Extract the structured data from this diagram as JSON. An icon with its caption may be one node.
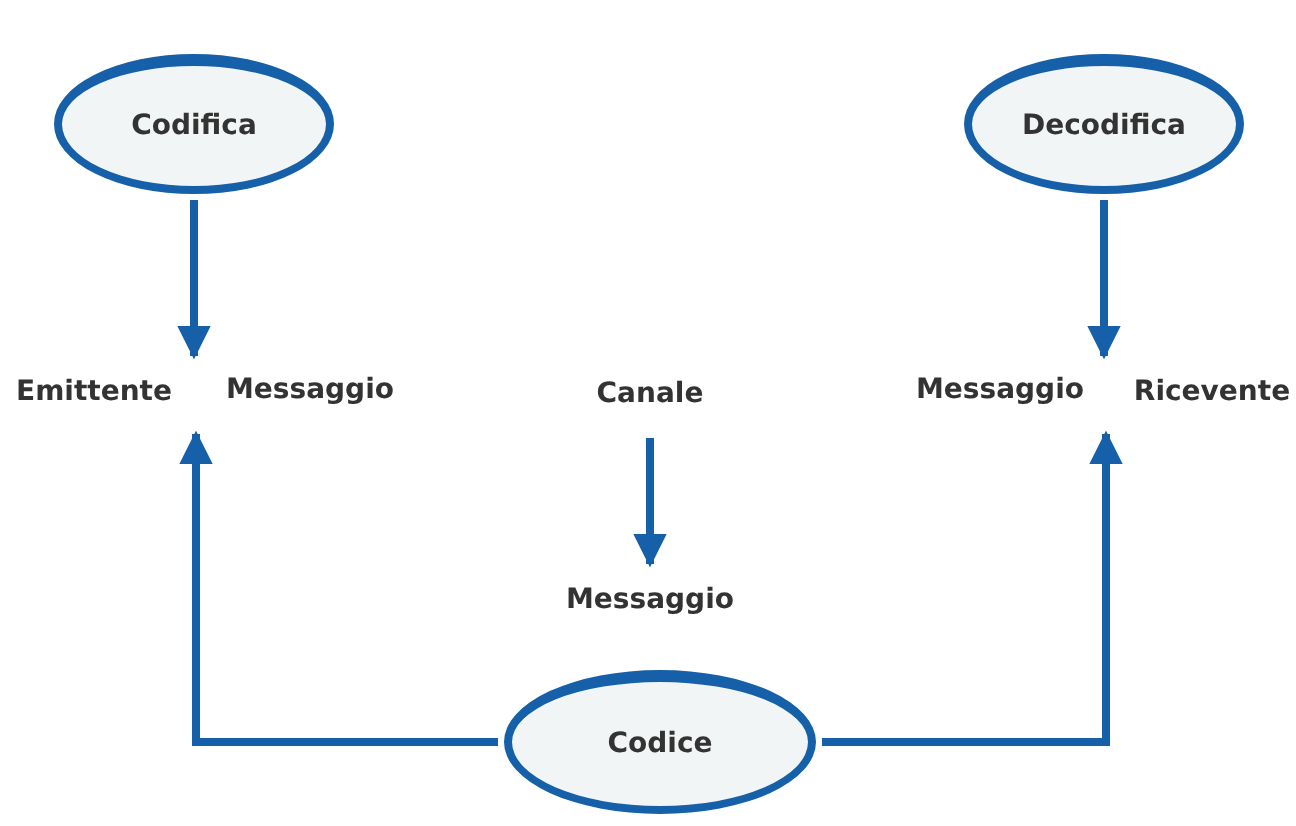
{
  "diagram": {
    "nodes": [
      {
        "text": [
          "Codifica"
        ]
      },
      {
        "text": [
          "Decodifica"
        ]
      },
      {
        "text": [
          "Emittente"
        ]
      },
      {
        "text": [
          "Messaggio"
        ]
      },
      {
        "text": [
          "Canale"
        ]
      },
      {
        "text": [
          "Messaggio"
        ]
      },
      {
        "text": [
          "Ricevente"
        ]
      },
      {
        "text": [
          "Messaggio"
        ]
      },
      {
        "text": [
          "Codice"
        ]
      }
    ],
    "edges": [
      {
        "from": 0,
        "to": 2,
        "arrow": "to"
      },
      {
        "from": 1,
        "to": 6,
        "arrow": "to"
      },
      {
        "from": 4,
        "to": 7,
        "arrow": "to"
      },
      {
        "from": 8,
        "to": 2,
        "arrow": "to"
      },
      {
        "from": 8,
        "to": 6,
        "arrow": "to"
      }
    ]
  }
}
